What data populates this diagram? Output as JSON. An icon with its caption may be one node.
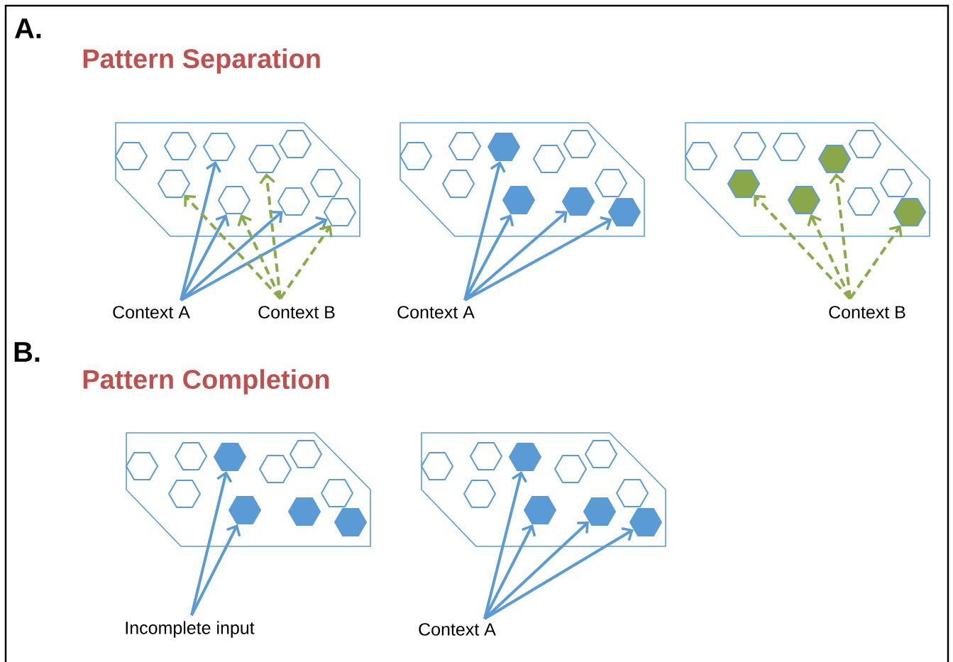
{
  "diagram": {
    "nodes": [
      {
        "text": [],
        "shape": "polygon"
      },
      {
        "text": [],
        "shape": "hexagon",
        "in": 0
      },
      {
        "text": [],
        "shape": "hexagon",
        "in": 0
      },
      {
        "text": [],
        "shape": "hexagon",
        "in": 0
      },
      {
        "text": [],
        "shape": "hexagon",
        "in": 0
      },
      {
        "text": [],
        "shape": "hexagon",
        "in": 0
      },
      {
        "text": [],
        "shape": "hexagon",
        "in": 0
      },
      {
        "text": [],
        "shape": "hexagon",
        "in": 0
      },
      {
        "text": [],
        "shape": "hexagon",
        "in": 0
      },
      {
        "text": [],
        "shape": "hexagon",
        "in": 0
      },
      {
        "text": [],
        "shape": "hexagon",
        "in": 0
      },
      {
        "text": [],
        "shape": "polygon"
      },
      {
        "text": [],
        "shape": "hexagon",
        "in": 11
      },
      {
        "text": [],
        "shape": "hexagon",
        "in": 11
      },
      {
        "text": [],
        "shape": "hexagon",
        "in": 11
      },
      {
        "text": [],
        "shape": "hexagon",
        "in": 11
      },
      {
        "text": [],
        "shape": "hexagon",
        "in": 11
      },
      {
        "text": [],
        "shape": "hexagon",
        "in": 11
      },
      {
        "text": [],
        "shape": "hexagon",
        "in": 11
      },
      {
        "text": [],
        "shape": "hexagon",
        "in": 11
      },
      {
        "text": [],
        "shape": "hexagon",
        "in": 11
      },
      {
        "text": [],
        "shape": "hexagon",
        "in": 11
      },
      {
        "text": [],
        "shape": "polygon"
      },
      {
        "text": [],
        "shape": "hexagon",
        "in": 22
      },
      {
        "text": [],
        "shape": "hexagon",
        "in": 22
      },
      {
        "text": [],
        "shape": "hexagon",
        "in": 22
      },
      {
        "text": [],
        "shape": "hexagon",
        "in": 22
      },
      {
        "text": [],
        "shape": "hexagon",
        "in": 22
      },
      {
        "text": [],
        "shape": "hexagon",
        "in": 22
      },
      {
        "text": [],
        "shape": "hexagon",
        "in": 22
      },
      {
        "text": [],
        "shape": "hexagon",
        "in": 22
      },
      {
        "text": [],
        "shape": "hexagon",
        "in": 22
      },
      {
        "text": [],
        "shape": "hexagon",
        "in": 22
      },
      {
        "text": [
          "Context A"
        ]
      },
      {
        "text": [
          "Context B"
        ]
      },
      {
        "text": [
          "Context A"
        ]
      },
      {
        "text": [
          "Context B"
        ]
      },
      {
        "text": [],
        "shape": "polygon"
      },
      {
        "text": [],
        "shape": "hexagon",
        "in": 37
      },
      {
        "text": [],
        "shape": "hexagon",
        "in": 37
      },
      {
        "text": [],
        "shape": "hexagon",
        "in": 37
      },
      {
        "text": [],
        "shape": "hexagon",
        "in": 37
      },
      {
        "text": [],
        "shape": "hexagon",
        "in": 37
      },
      {
        "text": [],
        "shape": "hexagon",
        "in": 37
      },
      {
        "text": [],
        "shape": "hexagon",
        "in": 37
      },
      {
        "text": [],
        "shape": "hexagon",
        "in": 37
      },
      {
        "text": [],
        "shape": "hexagon",
        "in": 37
      },
      {
        "text": [],
        "shape": "hexagon",
        "in": 37
      },
      {
        "text": [],
        "shape": "polygon"
      },
      {
        "text": [],
        "shape": "hexagon",
        "in": 48
      },
      {
        "text": [],
        "shape": "hexagon",
        "in": 48
      },
      {
        "text": [],
        "shape": "hexagon",
        "in": 48
      },
      {
        "text": [],
        "shape": "hexagon",
        "in": 48
      },
      {
        "text": [],
        "shape": "hexagon",
        "in": 48
      },
      {
        "text": [],
        "shape": "hexagon",
        "in": 48
      },
      {
        "text": [],
        "shape": "hexagon",
        "in": 48
      },
      {
        "text": [],
        "shape": "hexagon",
        "in": 48
      },
      {
        "text": [],
        "shape": "hexagon",
        "in": 48
      },
      {
        "text": [],
        "shape": "hexagon",
        "in": 48
      },
      {
        "text": [
          "Incomplete input"
        ]
      },
      {
        "text": [
          "Context A"
        ]
      }
    ],
    "edges": [
      {
        "from": 33,
        "to": 3,
        "arrow": "to"
      },
      {
        "from": 33,
        "to": 7,
        "arrow": "to"
      },
      {
        "from": 33,
        "to": 8,
        "arrow": "to"
      },
      {
        "from": 33,
        "to": 10,
        "arrow": "to"
      },
      {
        "from": 34,
        "to": 6,
        "arrow": "to",
        "style": "dashed",
        "color": "#8aab4a"
      },
      {
        "from": 34,
        "to": 7,
        "arrow": "to",
        "style": "dashed",
        "color": "#8aab4a"
      },
      {
        "from": 34,
        "to": 4,
        "arrow": "to",
        "style": "dashed",
        "color": "#8aab4a"
      },
      {
        "from": 34,
        "to": 10,
        "arrow": "to",
        "style": "dashed",
        "color": "#8aab4a"
      },
      {
        "from": 35,
        "to": 14,
        "arrow": "to"
      },
      {
        "from": 35,
        "to": 18,
        "arrow": "to"
      },
      {
        "from": 35,
        "to": 19,
        "arrow": "to"
      },
      {
        "from": 35,
        "to": 21,
        "arrow": "to"
      },
      {
        "from": 36,
        "to": 28,
        "arrow": "to",
        "style": "dashed",
        "color": "#8aab4a"
      },
      {
        "from": 36,
        "to": 29,
        "arrow": "to",
        "style": "dashed",
        "color": "#8aab4a"
      },
      {
        "from": 36,
        "to": 26,
        "arrow": "to",
        "style": "dashed",
        "color": "#8aab4a"
      },
      {
        "from": 36,
        "to": 32,
        "arrow": "to",
        "style": "dashed",
        "color": "#8aab4a"
      },
      {
        "from": 59,
        "to": 40,
        "arrow": "to"
      },
      {
        "from": 59,
        "to": 44,
        "arrow": "to"
      },
      {
        "from": 60,
        "to": 51,
        "arrow": "to"
      },
      {
        "from": 60,
        "to": 55,
        "arrow": "to"
      },
      {
        "from": 60,
        "to": 56,
        "arrow": "to"
      },
      {
        "from": 60,
        "to": 58,
        "arrow": "to"
      }
    ],
    "labels": [
      "A.",
      "Pattern Separation",
      "B.",
      "Pattern Completion"
    ]
  }
}
